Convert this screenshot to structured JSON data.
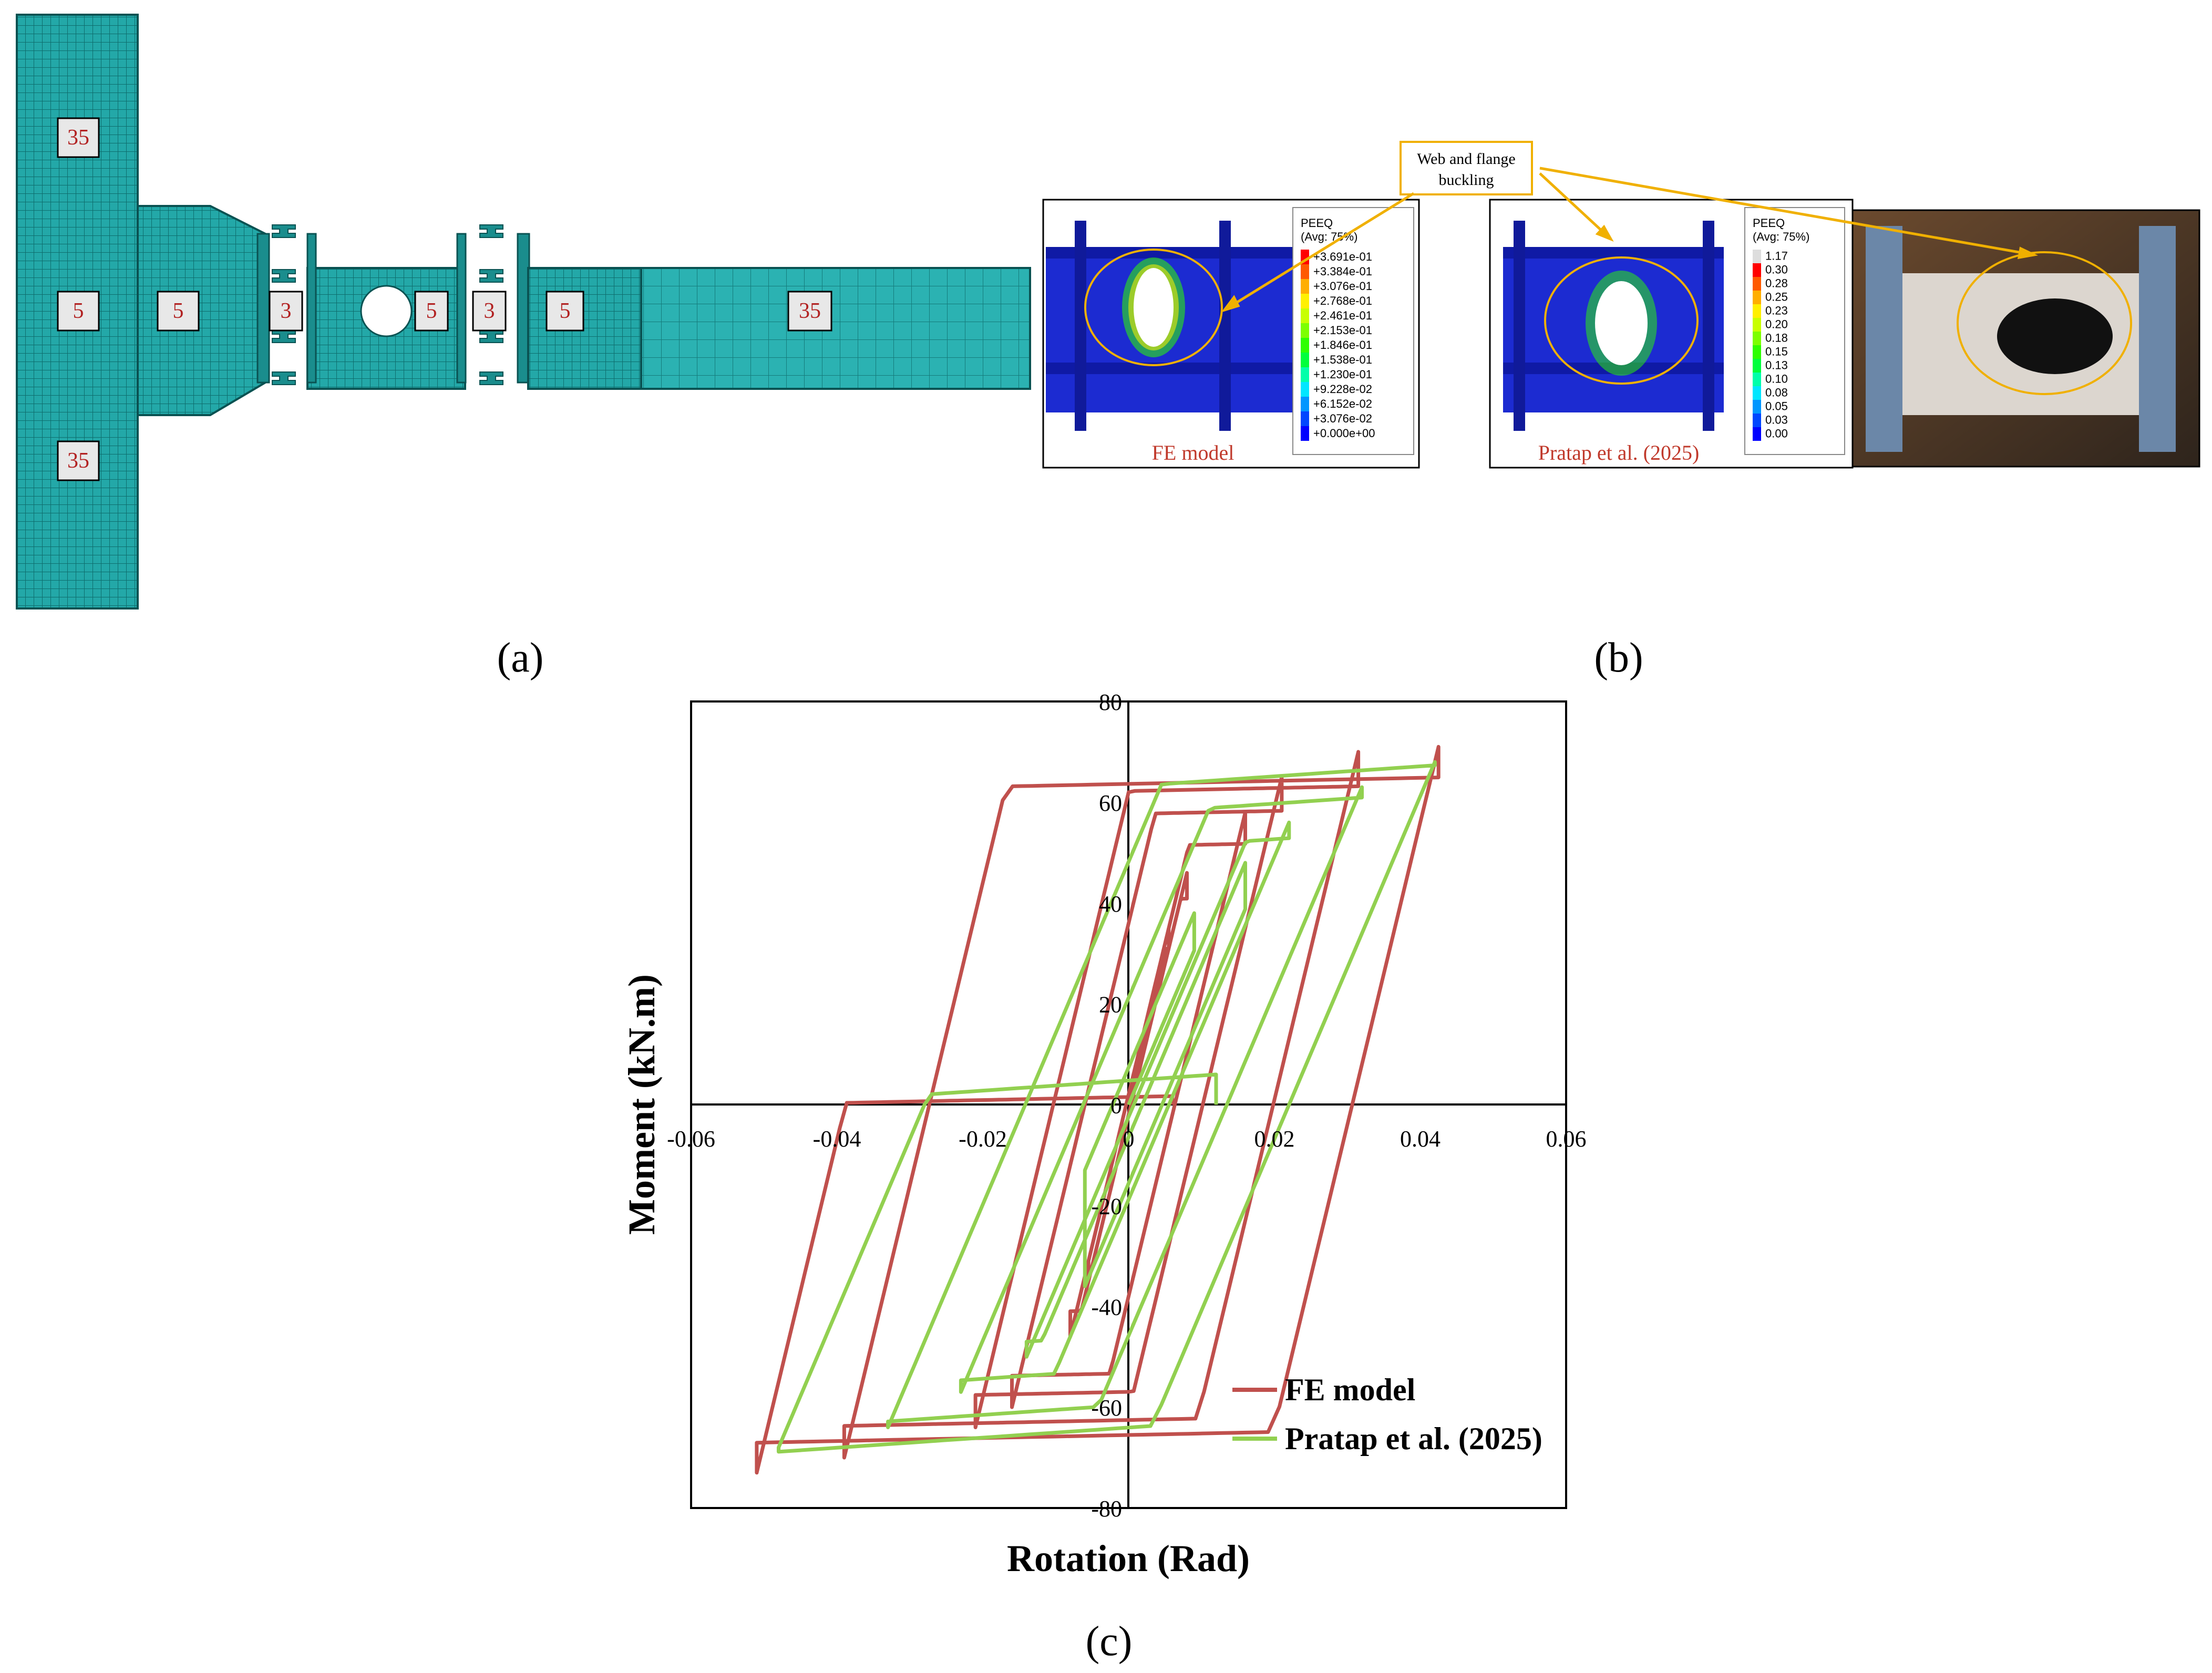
{
  "panel_a": {
    "label": "(a)",
    "mesh_labels": [
      "35",
      "5",
      "5",
      "35",
      "3",
      "5",
      "3",
      "5",
      "35"
    ]
  },
  "panel_b": {
    "label": "(b)",
    "callout": [
      "Web and flange",
      "buckling"
    ],
    "fe_caption": "FE model",
    "exp_caption": "Pratap et al. (2025)",
    "fe_legend": {
      "title": [
        "PEEQ",
        "(Avg: 75%)"
      ],
      "values": [
        "+3.691e-01",
        "+3.384e-01",
        "+3.076e-01",
        "+2.768e-01",
        "+2.461e-01",
        "+2.153e-01",
        "+1.846e-01",
        "+1.538e-01",
        "+1.230e-01",
        "+9.228e-02",
        "+6.152e-02",
        "+3.076e-02",
        "+0.000e+00"
      ]
    },
    "exp_legend": {
      "title": [
        "PEEQ",
        "(Avg: 75%)"
      ],
      "values": [
        "1.17",
        "0.30",
        "0.28",
        "0.25",
        "0.23",
        "0.20",
        "0.18",
        "0.15",
        "0.13",
        "0.10",
        "0.08",
        "0.05",
        "0.03",
        "0.00"
      ]
    },
    "contour_colors": [
      "#ff0000",
      "#ff5a00",
      "#ffae00",
      "#fff000",
      "#c8ff00",
      "#7dff00",
      "#2eff00",
      "#00ff3c",
      "#00ffaa",
      "#00e6ff",
      "#0096ff",
      "#0046ff",
      "#0000ff"
    ]
  },
  "panel_c": {
    "label": "(c)"
  },
  "chart_data": {
    "type": "line",
    "xlabel": "Rotation (Rad)",
    "ylabel": "Moment (kN.m)",
    "xlim": [
      -0.06,
      0.06
    ],
    "ylim": [
      -80,
      80
    ],
    "x_ticks": [
      "-0.06",
      "-0.04",
      "-0.02",
      "0",
      "0.02",
      "0.04",
      "0.06"
    ],
    "y_ticks": [
      "80",
      "60",
      "40",
      "20",
      "0",
      "-20",
      "-40",
      "-60",
      "-80"
    ],
    "legend_position": "bottom-right",
    "grid": false,
    "series": [
      {
        "name": "FE model",
        "color": "#c0504d",
        "loops": [
          {
            "pos": [
              0.0055,
              35
            ],
            "neg": [
              -0.0055,
              -35
            ],
            "k": 6000,
            "hard": 150
          },
          {
            "pos": [
              0.008,
              46
            ],
            "neg": [
              -0.008,
              -46
            ],
            "k": 6000,
            "hard": 150
          },
          {
            "pos": [
              0.016,
              58
            ],
            "neg": [
              -0.016,
              -60
            ],
            "k": 6000,
            "hard": 150
          },
          {
            "pos": [
              0.021,
              65
            ],
            "neg": [
              -0.021,
              -64
            ],
            "k": 6000,
            "hard": 150
          },
          {
            "pos": [
              0.0315,
              70
            ],
            "neg": [
              -0.039,
              -70
            ],
            "k": 6000,
            "hard": 150
          },
          {
            "pos": [
              0.0425,
              71
            ],
            "neg": [
              -0.051,
              -73
            ],
            "k": 6000,
            "hard": 150
          }
        ]
      },
      {
        "name": "Pratap et al. (2025)",
        "color": "#92d050",
        "loops": [
          {
            "pos": [
              0.009,
              38
            ],
            "neg": [
              -0.006,
              -36
            ],
            "k": 3400,
            "hard": 500
          },
          {
            "pos": [
              0.016,
              48
            ],
            "neg": [
              -0.014,
              -50
            ],
            "k": 3400,
            "hard": 500
          },
          {
            "pos": [
              0.022,
              56
            ],
            "neg": [
              -0.023,
              -57
            ],
            "k": 3400,
            "hard": 500
          },
          {
            "pos": [
              0.032,
              63
            ],
            "neg": [
              -0.033,
              -64
            ],
            "k": 3400,
            "hard": 500
          },
          {
            "pos": [
              0.042,
              68
            ],
            "neg": [
              -0.048,
              -68
            ],
            "k": 3400,
            "hard": 500
          }
        ]
      }
    ]
  }
}
